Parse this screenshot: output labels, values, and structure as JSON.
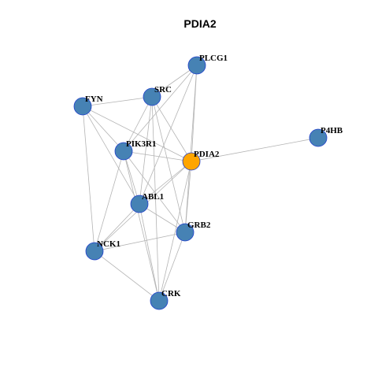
{
  "title": "PDIA2",
  "colors": {
    "node_default": "#4682b4",
    "node_highlight": "#ffa500",
    "node_stroke": "#1f3fcc",
    "edge": "#b4b4b4"
  },
  "nodes": [
    {
      "id": "PLCG1",
      "label": "PLCG1",
      "highlight": false
    },
    {
      "id": "SRC",
      "label": "SRC",
      "highlight": false
    },
    {
      "id": "FYN",
      "label": "FYN",
      "highlight": false
    },
    {
      "id": "PIK3R1",
      "label": "PIK3R1",
      "highlight": false
    },
    {
      "id": "PDIA2",
      "label": "PDIA2",
      "highlight": true
    },
    {
      "id": "P4HB",
      "label": "P4HB",
      "highlight": false
    },
    {
      "id": "ABL1",
      "label": "ABL1",
      "highlight": false
    },
    {
      "id": "GRB2",
      "label": "GRB2",
      "highlight": false
    },
    {
      "id": "NCK1",
      "label": "NCK1",
      "highlight": false
    },
    {
      "id": "CRK",
      "label": "CRK",
      "highlight": false
    }
  ],
  "edges": [
    [
      "FYN",
      "SRC"
    ],
    [
      "FYN",
      "PIK3R1"
    ],
    [
      "FYN",
      "PDIA2"
    ],
    [
      "FYN",
      "ABL1"
    ],
    [
      "FYN",
      "NCK1"
    ],
    [
      "SRC",
      "PLCG1"
    ],
    [
      "SRC",
      "PIK3R1"
    ],
    [
      "SRC",
      "PDIA2"
    ],
    [
      "SRC",
      "ABL1"
    ],
    [
      "SRC",
      "GRB2"
    ],
    [
      "SRC",
      "CRK"
    ],
    [
      "PLCG1",
      "PIK3R1"
    ],
    [
      "PLCG1",
      "PDIA2"
    ],
    [
      "PLCG1",
      "ABL1"
    ],
    [
      "PLCG1",
      "GRB2"
    ],
    [
      "PIK3R1",
      "PDIA2"
    ],
    [
      "PIK3R1",
      "ABL1"
    ],
    [
      "PIK3R1",
      "GRB2"
    ],
    [
      "PIK3R1",
      "NCK1"
    ],
    [
      "PIK3R1",
      "CRK"
    ],
    [
      "PDIA2",
      "P4HB"
    ],
    [
      "PDIA2",
      "ABL1"
    ],
    [
      "PDIA2",
      "GRB2"
    ],
    [
      "PDIA2",
      "NCK1"
    ],
    [
      "PDIA2",
      "CRK"
    ],
    [
      "ABL1",
      "GRB2"
    ],
    [
      "ABL1",
      "NCK1"
    ],
    [
      "ABL1",
      "CRK"
    ],
    [
      "GRB2",
      "NCK1"
    ],
    [
      "GRB2",
      "CRK"
    ],
    [
      "NCK1",
      "CRK"
    ]
  ]
}
